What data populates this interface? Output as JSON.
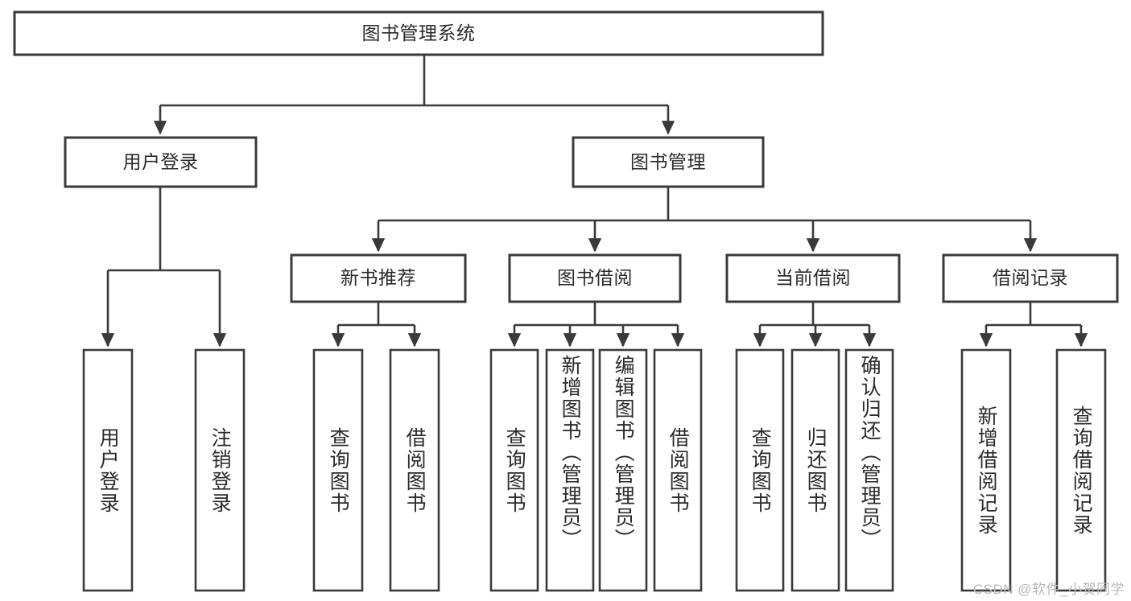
{
  "diagram": {
    "title": "图书管理系统",
    "type": "hierarchy-tree",
    "orientation": "top-down",
    "colors": {
      "box_stroke": "#3a3a3a",
      "box_fill": "#ffffff",
      "connector": "#3a3a3a",
      "text": "#2b2b2b",
      "background": "#ffffff",
      "watermark": "#b9b9b9"
    },
    "levels": {
      "root": {
        "label": "图书管理系统"
      },
      "level2": [
        {
          "id": "user-login",
          "label": "用户登录"
        },
        {
          "id": "book-management",
          "label": "图书管理"
        }
      ],
      "level3": [
        {
          "id": "new-book-recommend",
          "label": "新书推荐",
          "parent": "book-management"
        },
        {
          "id": "book-borrow",
          "label": "图书借阅",
          "parent": "book-management"
        },
        {
          "id": "current-borrow",
          "label": "当前借阅",
          "parent": "book-management"
        },
        {
          "id": "borrow-record",
          "label": "借阅记录",
          "parent": "book-management"
        }
      ],
      "leaves": [
        {
          "id": "leaf-user-login",
          "label": "用户登录",
          "parent": "user-login"
        },
        {
          "id": "leaf-user-logout",
          "label": "注销登录",
          "parent": "user-login"
        },
        {
          "id": "leaf-query-book-1",
          "label": "查询图书",
          "parent": "new-book-recommend"
        },
        {
          "id": "leaf-borrow-book-1",
          "label": "借阅图书",
          "parent": "new-book-recommend"
        },
        {
          "id": "leaf-query-book-2",
          "label": "查询图书",
          "parent": "book-borrow"
        },
        {
          "id": "leaf-add-book",
          "label": "新增图书（管理员）",
          "parent": "book-borrow"
        },
        {
          "id": "leaf-edit-book",
          "label": "编辑图书（管理员）",
          "parent": "book-borrow"
        },
        {
          "id": "leaf-borrow-book-2",
          "label": "借阅图书",
          "parent": "book-borrow"
        },
        {
          "id": "leaf-query-book-3",
          "label": "查询图书",
          "parent": "current-borrow"
        },
        {
          "id": "leaf-return-book",
          "label": "归还图书",
          "parent": "current-borrow"
        },
        {
          "id": "leaf-confirm-return",
          "label": "确认归还（管理员）",
          "parent": "current-borrow"
        },
        {
          "id": "leaf-add-record",
          "label": "新增借阅记录",
          "parent": "borrow-record"
        },
        {
          "id": "leaf-query-record",
          "label": "查询借阅记录",
          "parent": "borrow-record"
        }
      ]
    },
    "watermark": "CSDN @软件_小贺同学"
  }
}
